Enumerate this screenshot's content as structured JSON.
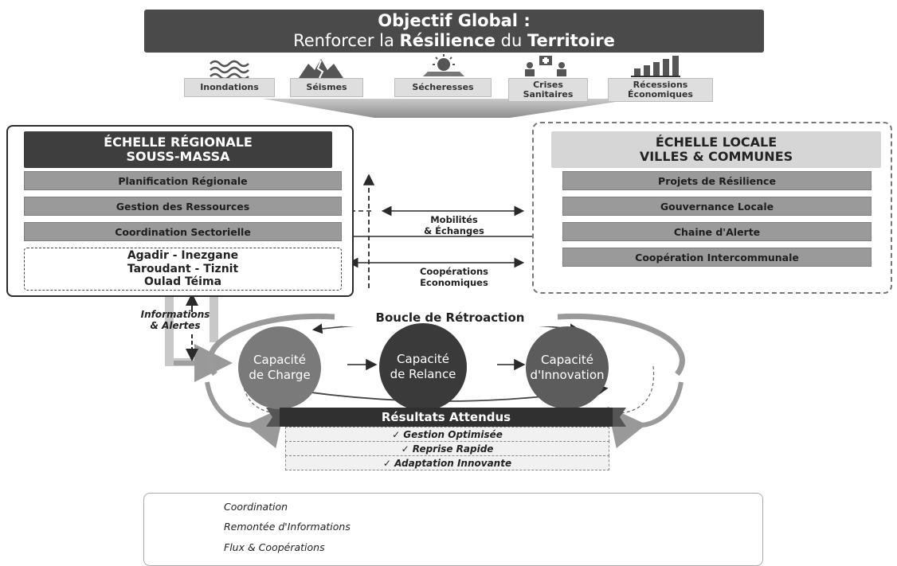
{
  "title": {
    "line1": "Objectif Global :",
    "line2_prefix": "Renforcer la ",
    "line2_bold1": "Résilience",
    "line2_mid": " du ",
    "line2_bold2": "Territoire"
  },
  "risks": [
    {
      "label": "Inondations",
      "icon": "flood-icon"
    },
    {
      "label": "Séismes",
      "icon": "earthquake-icon"
    },
    {
      "label": "Sécheresses",
      "icon": "drought-icon"
    },
    {
      "label": "Crises Sanitaires",
      "icon": "health-crisis-icon"
    },
    {
      "label": "Récessions Économiques",
      "icon": "recession-chart-icon"
    }
  ],
  "regional": {
    "header_line1": "ÉCHELLE RÉGIONALE",
    "header_line2": "SOUSS-MASSA",
    "items": [
      "Planification Régionale",
      "Gestion des Ressources",
      "Coordination Sectorielle"
    ],
    "cities_line1": "Agadir - Inezgane",
    "cities_line2": "Taroudant - Tiznit",
    "cities_line3": "Oulad Téima"
  },
  "local": {
    "header_line1": "ÉCHELLE LOCALE",
    "header_line2": "VILLES & COMMUNES",
    "items": [
      "Projets de Résilience",
      "Gouvernance Locale",
      "Chaine d'Alerte",
      "Coopération Intercommunale"
    ]
  },
  "links": {
    "mobility_line1": "Mobilités",
    "mobility_line2": "& Échanges",
    "coop_line1": "Coopérations",
    "coop_line2": "Economiques",
    "info_line1": "Informations",
    "info_line2": "& Alertes"
  },
  "feedback": {
    "label": "Boucle de Rétroaction",
    "capacities": [
      {
        "line1": "Capacité",
        "line2": "de Charge"
      },
      {
        "line1": "Capacité",
        "line2": "de Relance"
      },
      {
        "line1": "Capacité",
        "line2": "d'Innovation"
      }
    ]
  },
  "results": {
    "header": "Résultats Attendus",
    "items": [
      "✓ Gestion Optimisée",
      "✓ Reprise Rapide",
      "✓ Adaptation Innovante"
    ]
  },
  "legend": [
    {
      "label": "Coordination",
      "style": "solid-dark"
    },
    {
      "label": "Remontée d'Informations",
      "style": "dashed-dark"
    },
    {
      "label": "Flux & Coopérations",
      "style": "solid-grey"
    }
  ],
  "colors": {
    "dark": "#3e3e3e",
    "mid": "#9a9a9a",
    "light": "#d6d6d6",
    "circle1": "#7a7a7a",
    "circle2": "#3a3a3a",
    "circle3": "#5c5c5c"
  }
}
